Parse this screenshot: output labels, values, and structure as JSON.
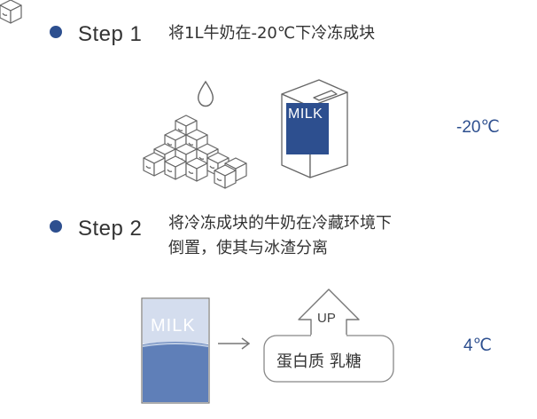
{
  "step1": {
    "label": "Step 1",
    "description": "将1L牛奶在-20℃下冷冻成块",
    "temperature": "-20℃",
    "carton_text": "MILK"
  },
  "step2": {
    "label": "Step 2",
    "description_line1": "将冷冻成块的牛奶在冷藏环境下",
    "description_line2": "倒置，使其与冰渣分离",
    "temperature": "4℃",
    "carton_text": "MILK",
    "arrow_label": "UP",
    "result_text": "蛋白质 乳糖"
  },
  "colors": {
    "accent": "#2d4f8f",
    "light_blue": "#bccbe3",
    "milk_blue": "#5f7fb8"
  }
}
